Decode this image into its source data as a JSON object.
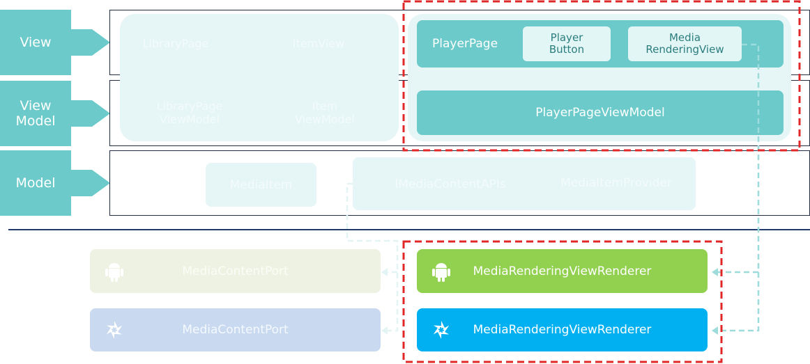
{
  "layers": [
    {
      "label": "View"
    },
    {
      "label": "View\nModel"
    },
    {
      "label": "Model"
    }
  ],
  "shared_view": {
    "library_page": "LibraryPage",
    "item_view": "ItemView",
    "library_page_view_model": "LibraryPage\nViewModel",
    "item_view_model": "Item\nViewModel"
  },
  "player": {
    "player_page": "PlayerPage",
    "player_button": "Player\nButton",
    "media_rendering_view": "Media\nRenderingView",
    "player_page_view_model": "PlayerPageViewModel"
  },
  "model": {
    "media_item": "MediaItem",
    "imedia_content_apis": "IMediaContentAPIs",
    "media_item_provider": "MediaItemProvider"
  },
  "platform": {
    "android_port": "MediaContentPort",
    "xamarin_port": "MediaContentPort",
    "android_renderer": "MediaRenderingViewRenderer",
    "xamarin_renderer": "MediaRenderingViewRenderer"
  },
  "colors": {
    "teal": "#6ccaca",
    "highlight": "#e0282a",
    "android_green": "#92d050",
    "xamarin_blue": "#00b0f0",
    "connector": "#9edcdc"
  }
}
